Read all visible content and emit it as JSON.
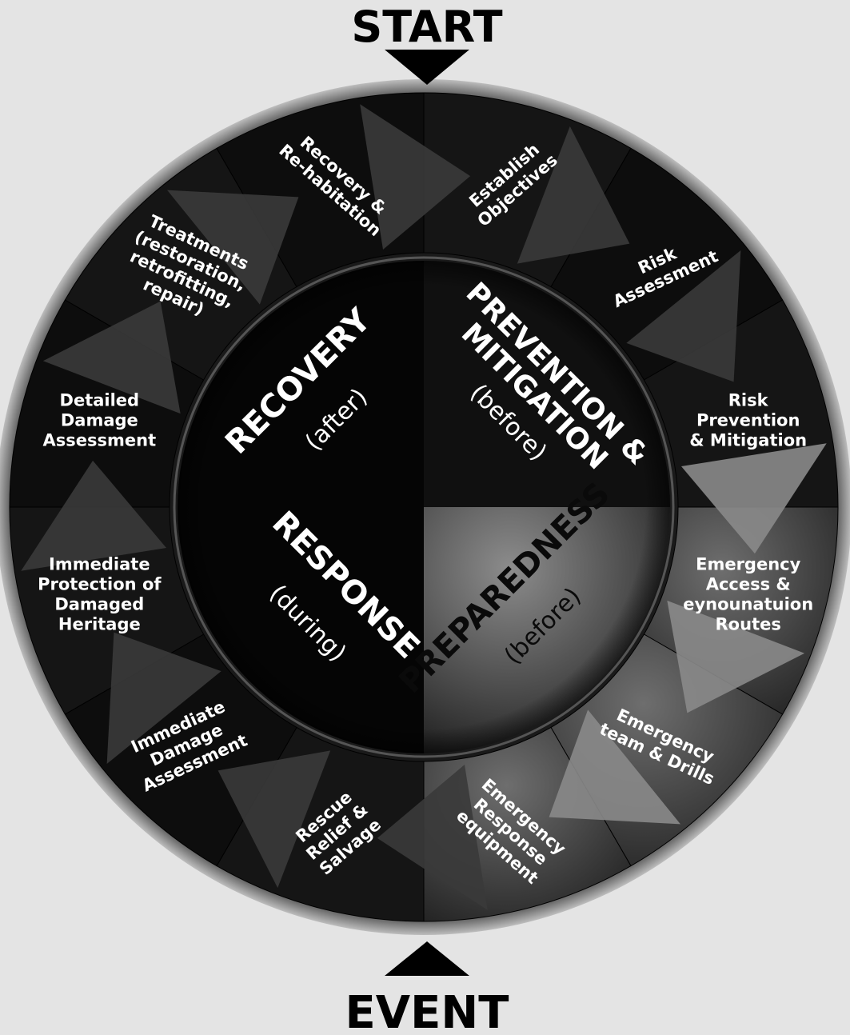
{
  "markers": {
    "start": "START",
    "event": "EVENT"
  },
  "phases": [
    {
      "id": "prevention",
      "title_lines": [
        "PREVENTION &",
        "MITIGATION"
      ],
      "timing": "(before)"
    },
    {
      "id": "preparedness",
      "title_lines": [
        "PREPAREDNESS"
      ],
      "timing": "(before)"
    },
    {
      "id": "response",
      "title_lines": [
        "RESPONSE"
      ],
      "timing": "(during)"
    },
    {
      "id": "recovery",
      "title_lines": [
        "RECOVERY"
      ],
      "timing": "(after)"
    }
  ],
  "steps": [
    {
      "id": "establish-objectives",
      "phase": "prevention",
      "lines": [
        "Establish",
        "Objectives"
      ]
    },
    {
      "id": "risk-assessment",
      "phase": "prevention",
      "lines": [
        "Risk",
        "Assessment"
      ]
    },
    {
      "id": "risk-prevention-mitigation",
      "phase": "prevention",
      "lines": [
        "Risk",
        "Prevention",
        "& Mitigation"
      ]
    },
    {
      "id": "emergency-access-routes",
      "phase": "preparedness",
      "lines": [
        "Emergency",
        "Access &",
        "eynounatuion",
        "Routes"
      ]
    },
    {
      "id": "emergency-team-drills",
      "phase": "preparedness",
      "lines": [
        "Emergency",
        "team & Drills"
      ]
    },
    {
      "id": "emergency-response-equipment",
      "phase": "preparedness",
      "lines": [
        "Emergency",
        "Response",
        "equipment"
      ]
    },
    {
      "id": "rescue-relief-salvage",
      "phase": "response",
      "lines": [
        "Rescue",
        "Relief &",
        "Salvage"
      ]
    },
    {
      "id": "immediate-damage-assessment",
      "phase": "response",
      "lines": [
        "Immediate",
        "Damage",
        "Assessment"
      ]
    },
    {
      "id": "immediate-protection",
      "phase": "response",
      "lines": [
        "Immediate",
        "Protection of",
        "Damaged",
        "Heritage"
      ]
    },
    {
      "id": "detailed-damage-assessment",
      "phase": "recovery",
      "lines": [
        "Detailed",
        "Damage",
        "Assessment"
      ]
    },
    {
      "id": "treatments",
      "phase": "recovery",
      "lines": [
        "Treatments",
        "(restoration,",
        "retrofitting,",
        "repair)"
      ]
    },
    {
      "id": "recovery-rehabilitation",
      "phase": "recovery",
      "lines": [
        "Recovery &",
        "Re-habitation"
      ]
    }
  ],
  "colors": {
    "background": "#e4e4e4",
    "ring_dark": "#0d0d0d",
    "ring_light": "#3b3b3b",
    "arrow_dark": "#3a3a3a",
    "arrow_light": "#8a8a8a",
    "core_dark": "#050505",
    "core_light": "#5e5e5e",
    "text": "#ffffff",
    "marker": "#000000"
  }
}
